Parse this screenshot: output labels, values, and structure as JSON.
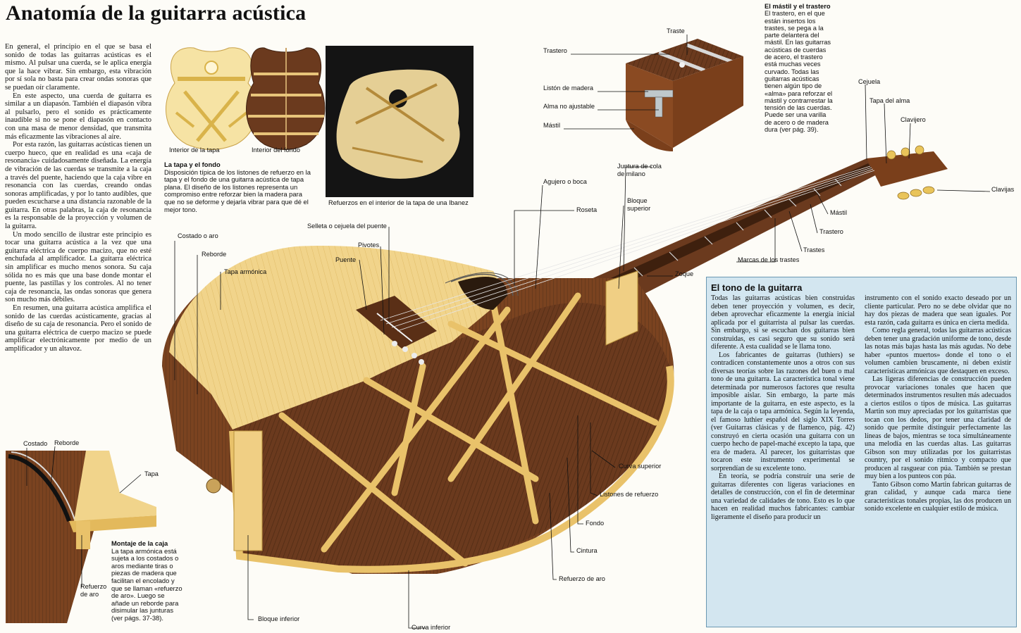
{
  "title": "Anatomía de la guitarra acústica",
  "intro": {
    "paragraphs": [
      "En general, el principio en el que se basa el sonido de todas las guitarras acústicas es el mismo. Al pulsar una cuerda, se le aplica energía que la hace vibrar. Sin embargo, esta vibración por sí sola no basta para crear ondas sonoras que se puedan oír claramente.",
      "En este aspecto, una cuerda de guitarra es similar a un diapasón. También el diapasón vibra al pulsarlo, pero el sonido es prácticamente inaudible si no se pone el diapasón en contacto con una masa de menor densidad, que transmita más eficazmente las vibraciones al aire.",
      "Por esta razón, las guitarras acústicas tienen un cuerpo hueco, que en realidad es una «caja de resonancia» cuidadosamente diseñada. La energía de vibración de las cuerdas se transmite a la caja a través del puente, haciendo que la caja vibre en resonancia con las cuerdas, creando ondas sonoras amplificadas, y por lo tanto audibles, que pueden escucharse a una distancia razonable de la guitarra. En otras palabras, la caja de resonancia es la responsable de la proyección y volumen de la guitarra.",
      "Un modo sencillo de ilustrar este principio es tocar una guitarra acústica a la vez que una guitarra eléctrica de cuerpo macizo, que no esté enchufada al amplificador. La guitarra eléctrica sin amplificar es mucho menos sonora. Su caja sólida no es más que una base donde montar el puente, las pastillas y los controles. Al no tener caja de resonancia, las ondas sonoras que genera son mucho más débiles.",
      "En resumen, una guitarra acústica amplifica el sonido de las cuerdas acústicamente, gracias al diseño de su caja de resonancia. Pero el sonido de una guitarra eléctrica de cuerpo macizo se puede amplificar electrónicamente por medio de un amplificador y un altavoz."
    ]
  },
  "brace_figures": {
    "top_label": "Interior de la tapa",
    "back_label": "Interior del fondo",
    "caption_title": "La tapa y el fondo",
    "caption_text": "Disposición típica de los listones de refuerzo en la tapa y el fondo de una guitarra acústica de tapa plana. El diseño de los listones representa un compromiso entre reforzar bien la madera para que no se deforme y dejarla vibrar para que dé el mejor tono.",
    "photo_caption": "Refuerzos en el interior de la tapa de una Ibanez"
  },
  "neck_detail": {
    "note_title": "El mástil y el trastero",
    "note_text": "El trastero, en el que están insertos los trastes, se pega a la parte delantera del mástil. En las guitarras acústicas de cuerdas de acero, el trastero está muchas veces curvado. Todas las guitarras acústicas tienen algún tipo de «alma» para reforzar el mástil y contrarrestar la tensión de las cuerdas. Puede ser una varilla de acero o de madera dura (ver pág. 39).",
    "labels": [
      "Traste",
      "Trastero",
      "Listón de madera",
      "Alma no ajustable",
      "Mástil"
    ]
  },
  "guitar_labels": {
    "cejuela": "Cejuela",
    "tapa_alma": "Tapa del alma",
    "clavijero": "Clavijero",
    "clavijas": "Clavijas",
    "mastil": "Mástil",
    "trastero": "Trastero",
    "trastes": "Trastes",
    "marcas": "Marcas de los trastes",
    "zoque": "Zoque",
    "juntura": "Juntura de cola de milano",
    "bloque_superior": "Bloque superior",
    "agujero": "Agujero o boca",
    "roseta": "Roseta",
    "selleta": "Selleta o cejuela del puente",
    "pivotes": "Pivotes",
    "puente": "Puente",
    "costado": "Costado o aro",
    "reborde": "Reborde",
    "tapa_armonica": "Tapa armónica",
    "curva_superior": "Curva superior",
    "listones": "Listones de refuerzo",
    "fondo": "Fondo",
    "cintura": "Cintura",
    "refuerzo_aro": "Refuerzo de aro",
    "curva_inferior": "Curva inferior",
    "bloque_inferior": "Bloque inferior"
  },
  "montaje": {
    "labels": {
      "costado": "Costado",
      "reborde": "Reborde",
      "tapa": "Tapa",
      "refuerzo": "Refuerzo de aro"
    },
    "caption_title": "Montaje de la caja",
    "caption_text": "La tapa armónica está sujeta a los costados o aros mediante tiras o piezas de madera que facilitan el encolado y que se llaman «refuerzo de aro». Luego se añade un reborde para disimular las junturas (ver págs. 37-38)."
  },
  "tono": {
    "title": "El tono de la guitarra",
    "col1": [
      "Todas las guitarras acústicas bien construidas deben tener proyección y volumen, es decir, deben aprovechar eficazmente la energía inicial aplicada por el guitarrista al pulsar las cuerdas. Sin embargo, si se escuchan dos guitarras bien construidas, es casi seguro que su sonido será diferente. A esta cualidad se le llama tono.",
      "Los fabricantes de guitarras (luthiers) se contradicen constantemente unos a otros con sus diversas teorías sobre las razones del buen o mal tono de una guitarra. La característica tonal viene determinada por numerosos factores que resulta imposible aislar. Sin embargo, la parte más importante de la guitarra, en este aspecto, es la tapa de la caja o tapa armónica. Según la leyenda, el famoso luthier español del siglo XIX Torres (ver Guitarras clásicas y de flamenco, pág. 42) construyó en cierta ocasión una guitarra con un cuerpo hecho de papel-maché excepto la tapa, que era de madera. Al parecer, los guitarristas que tocaron este instrumento experimental se sorprendían de su excelente tono.",
      "En teoría, se podría construir una serie de guitarras diferentes con ligeras variaciones en detalles de construcción, con el fin de determinar una variedad de calidades de tono. Esto es lo que hacen en realidad muchos fabricantes: cambiar ligeramente el diseño para producir un"
    ],
    "col2": [
      "instrumento con el sonido exacto deseado por un cliente particular. Pero no se debe olvidar que no hay dos piezas de madera que sean iguales. Por esta razón, cada guitarra es única en cierta medida.",
      "Como regla general, todas las guitarras acústicas deben tener una gradación uniforme de tono, desde las notas más bajas hasta las más agudas. No debe haber «puntos muertos» donde el tono o el volumen cambien bruscamente, ni deben existir características armónicas que destaquen en exceso.",
      "Las ligeras diferencias de construcción pueden provocar variaciones tonales que hacen que determinados instrumentos resulten más adecuados a ciertos estilos o tipos de música. Las guitarras Martin son muy apreciadas por los guitarristas que tocan con los dedos, por tener una claridad de sonido que permite distinguir perfectamente las líneas de bajos, mientras se toca simultáneamente una melodía en las cuerdas altas. Las guitarras Gibson son muy utilizadas por los guitarristas country, por el sonido rítmico y compacto que producen al rasguear con púa. También se prestan muy bien a los punteos con púa.",
      "Tanto Gibson como Martin fabrican guitarras de gran calidad, y aunque cada marca tiene características tonales propias, las dos producen un sonido excelente en cualquier estilo de música."
    ]
  },
  "colors": {
    "spruce": "#f2d58a",
    "rosewood": "#6b3a1e",
    "brace": "#e9c26a",
    "panel": "#d3e6f0",
    "ink": "#111111"
  }
}
